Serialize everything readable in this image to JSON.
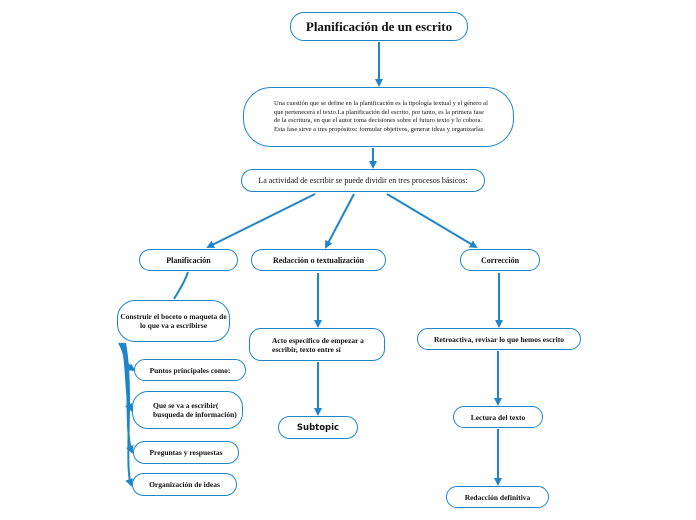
{
  "colors": {
    "border": "#1e86c8",
    "arrow": "#1e86c8",
    "text": "#111111",
    "background": "#ffffff"
  },
  "nodes": {
    "title": "Planificación de un escrito",
    "definition": "Una cuestión que se define en la planificación es la tipología textual y el género al que pertenecerá el texto.La planificación del escrito, por tanto, es la primera fase de la escritura, en que el autor toma decisiones sobre el futuro texto y lo cobora. Esta fase sirve a tres propósitos: formular objetivos, generar ideas y organizarlas.",
    "processes": "La actividad de escribir se puede dividir en tres procesos básicos:",
    "planificacion": "Planificación",
    "redaccion": "Redacción o textualización",
    "correccion": "Corrección",
    "boceto": "Construir el boceto o maqueta de lo que va a escribirse",
    "acto": "Acto específico de empezar a escribir, texto entre sí",
    "subtopic": "Subtopic",
    "retroactiva": "Retroactiva, revisar lo que hemos escrito",
    "lectura": "Lectura del texto",
    "redaccion_definitiva": "Redacción definitiva",
    "puntos": "Puntos principales como:",
    "que_se_va": "Que se va a escribir( busqueda de información)",
    "preguntas": "Preguntas y respuestas",
    "organizacion": "Organización de ideas"
  }
}
